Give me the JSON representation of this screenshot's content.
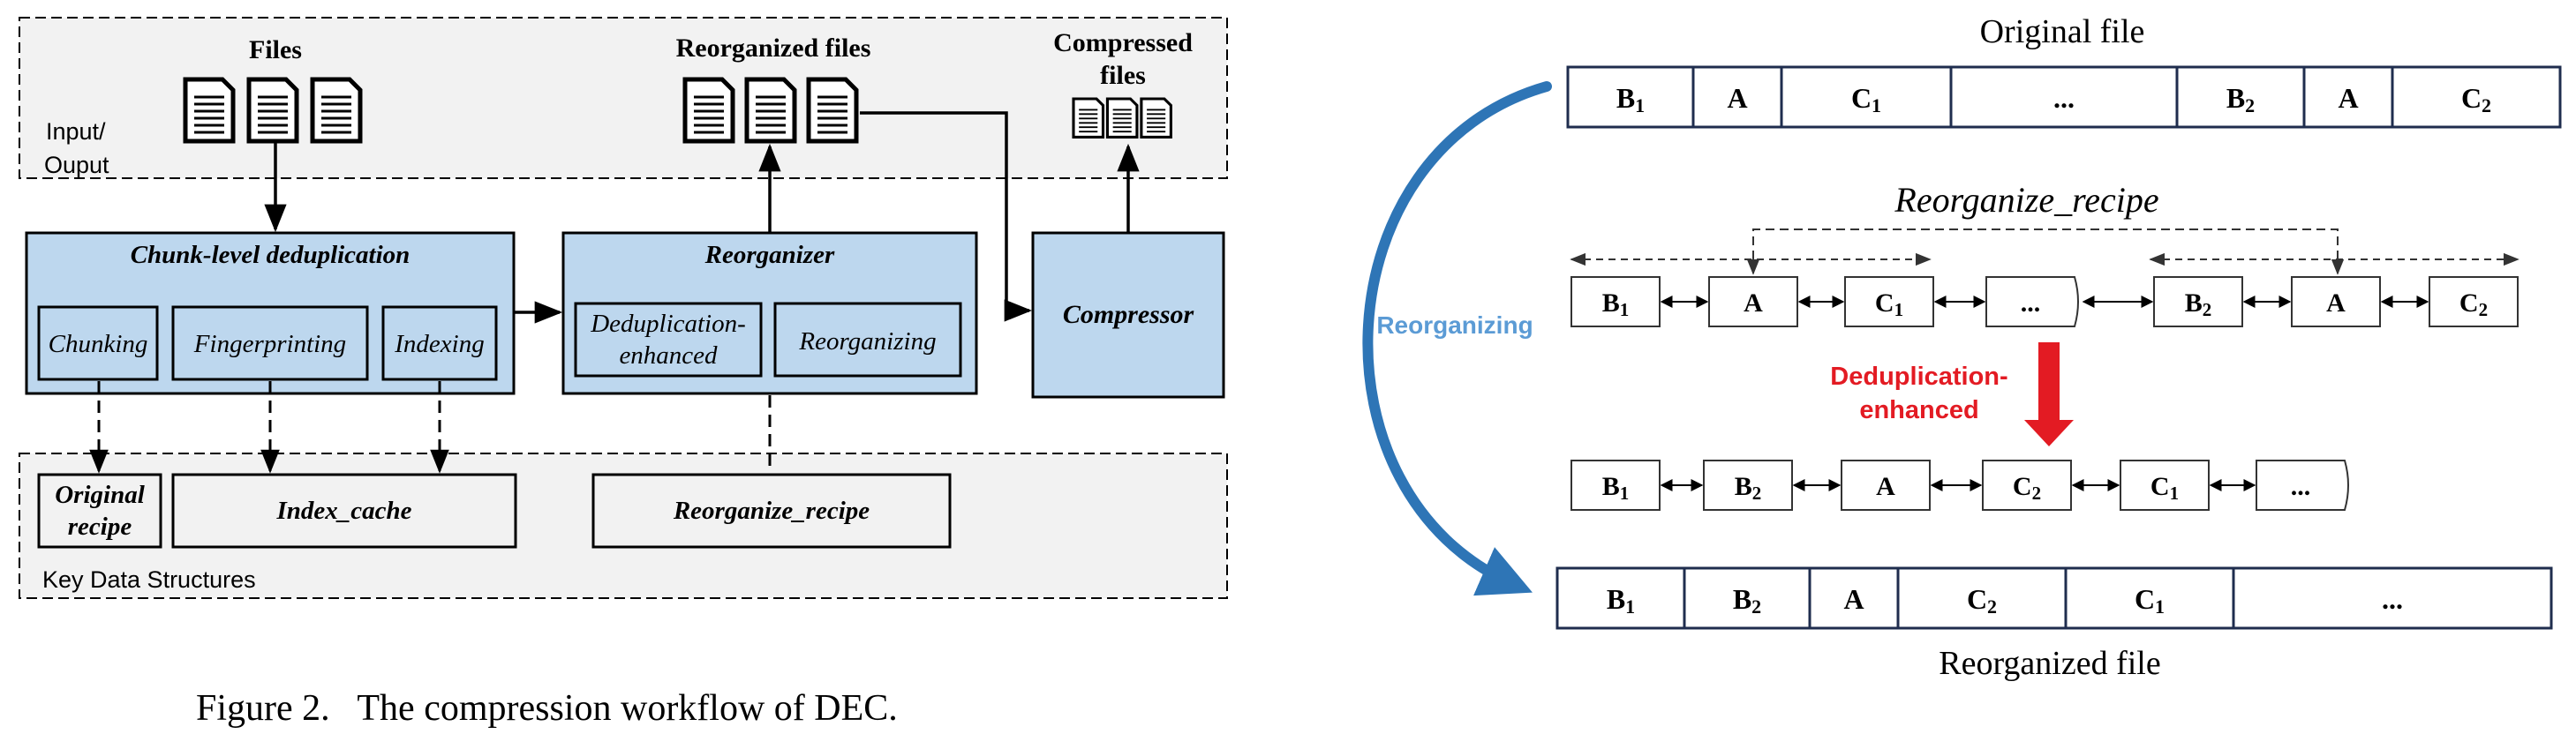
{
  "caption": "Figure 2.   The compression workflow of DEC.",
  "workflow": {
    "input_output_label_line1": "Input/",
    "input_output_label_line2": "Ouput",
    "files_label": "Files",
    "reorganized_files_label": "Reorganized files",
    "compressed_files_label_line1": "Compressed",
    "compressed_files_label_line2": "files",
    "chunk_dedup": {
      "title": "Chunk-level deduplication",
      "chunking": "Chunking",
      "fingerprinting": "Fingerprinting",
      "indexing": "Indexing"
    },
    "reorganizer": {
      "title": "Reorganizer",
      "dedup_enhanced_line1": "Deduplication-",
      "dedup_enhanced_line2": "enhanced",
      "reorganizing": "Reorganizing"
    },
    "compressor": "Compressor",
    "key_data_structures_label": "Key Data Structures",
    "original_recipe_line1": "Original",
    "original_recipe_line2": "recipe",
    "index_cache": "Index_cache",
    "reorganize_recipe": "Reorganize_recipe"
  },
  "reorg": {
    "original_file_title": "Original file",
    "original_row": [
      {
        "base": "B",
        "sub": "1"
      },
      {
        "base": "A",
        "sub": ""
      },
      {
        "base": "C",
        "sub": "1"
      },
      {
        "base": "...",
        "sub": ""
      },
      {
        "base": "B",
        "sub": "2"
      },
      {
        "base": "A",
        "sub": ""
      },
      {
        "base": "C",
        "sub": "2"
      }
    ],
    "recipe_title": "Reorganize_recipe",
    "recipe_row": [
      {
        "base": "B",
        "sub": "1"
      },
      {
        "base": "A",
        "sub": ""
      },
      {
        "base": "C",
        "sub": "1"
      },
      {
        "base": "...",
        "sub": ""
      },
      {
        "base": "B",
        "sub": "2"
      },
      {
        "base": "A",
        "sub": ""
      },
      {
        "base": "C",
        "sub": "2"
      }
    ],
    "reorganizing_label": "Reorganizing",
    "dedup_label_line1": "Deduplication-",
    "dedup_label_line2": "enhanced",
    "dedup_row": [
      {
        "base": "B",
        "sub": "1"
      },
      {
        "base": "B",
        "sub": "2"
      },
      {
        "base": "A",
        "sub": ""
      },
      {
        "base": "C",
        "sub": "2"
      },
      {
        "base": "C",
        "sub": "1"
      },
      {
        "base": "...",
        "sub": ""
      }
    ],
    "reorganized_row": [
      {
        "base": "B",
        "sub": "1"
      },
      {
        "base": "B",
        "sub": "2"
      },
      {
        "base": "A",
        "sub": ""
      },
      {
        "base": "C",
        "sub": "2"
      },
      {
        "base": "C",
        "sub": "1"
      },
      {
        "base": "...",
        "sub": ""
      }
    ],
    "reorganized_file_title": "Reorganized file"
  },
  "colors": {
    "block_fill": "#bdd7ee",
    "io_fill": "#f2f2f2",
    "arc_blue": "#2e75b6",
    "reorganizing_text": "#5b9bd5",
    "dedup_red": "#e31b23",
    "cell_border": "#1f2d4e"
  }
}
